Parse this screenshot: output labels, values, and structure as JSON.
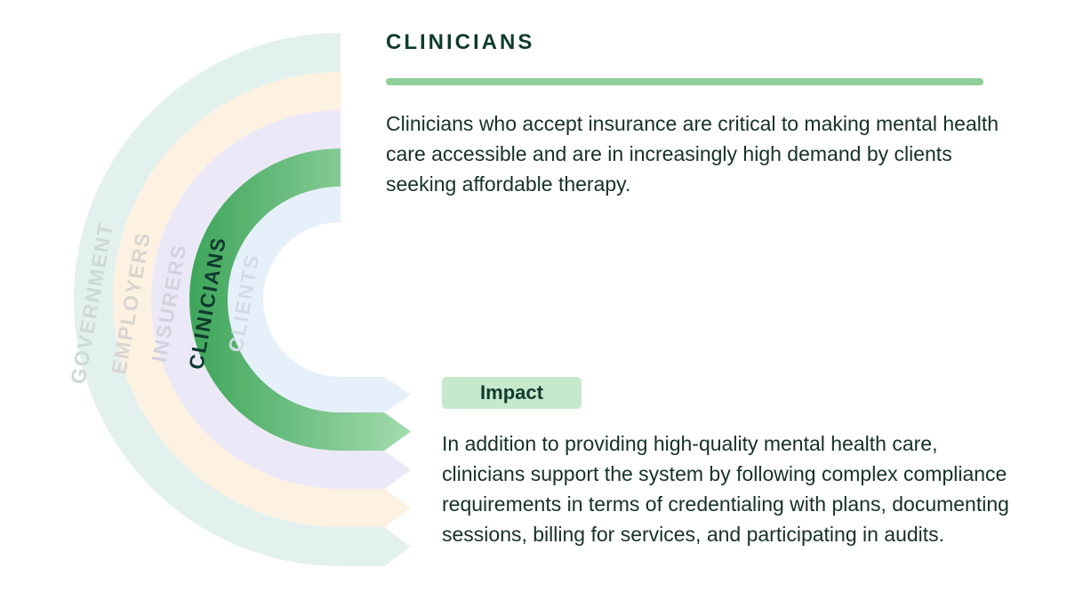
{
  "diagram": {
    "bands": [
      {
        "label": "GOVERNMENT",
        "color": "#e3f1ee",
        "text_color": "#cdd9d6",
        "active": false
      },
      {
        "label": "EMPLOYERS",
        "color": "#fdf1e2",
        "text_color": "#d9d5d0",
        "active": false
      },
      {
        "label": "INSURERS",
        "color": "#ebe9f7",
        "text_color": "#d4d2de",
        "active": false
      },
      {
        "label": "CLINICIANS",
        "color": "#6cc07a",
        "text_color": "#0f3a2e",
        "active": true
      },
      {
        "label": "CLIENTS",
        "color": "#e6f0fb",
        "text_color": "#d3dae4",
        "active": false
      }
    ]
  },
  "panel": {
    "title": "CLINICIANS",
    "description": "Clinicians who accept insurance are critical to making mental health care accessible and are in increasingly high demand by clients seeking affordable therapy.",
    "impact_label": "Impact",
    "impact_text": "In addition to providing high-quality mental health care, clinicians support the system by following complex compliance requirements in terms of credentialing with plans, documenting sessions, billing for services, and participating in audits."
  }
}
